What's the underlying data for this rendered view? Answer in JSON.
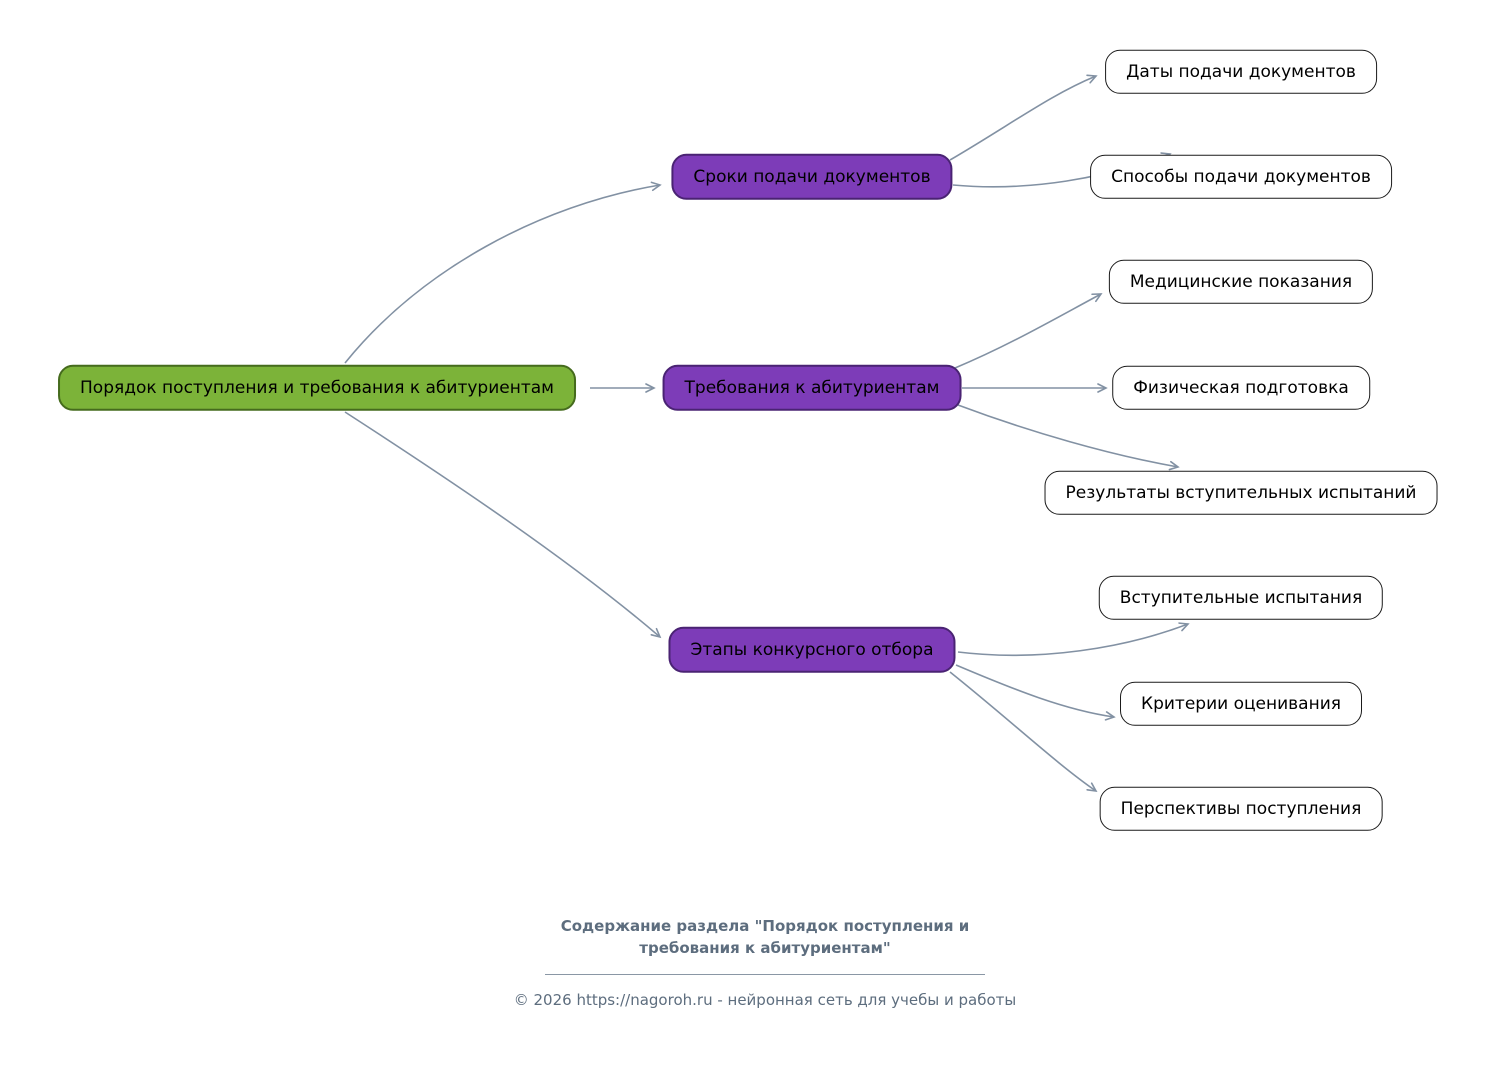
{
  "nodes": {
    "root": {
      "label": "Порядок поступления и требования к абитуриентам"
    },
    "sroki": {
      "label": "Сроки подачи документов"
    },
    "trebovaniya": {
      "label": "Требования к абитуриентам"
    },
    "etapy": {
      "label": "Этапы конкурсного отбора"
    },
    "daty": {
      "label": "Даты подачи документов"
    },
    "sposoby": {
      "label": "Способы подачи документов"
    },
    "med": {
      "label": "Медицинские показания"
    },
    "fiz": {
      "label": "Физическая подготовка"
    },
    "rezultaty": {
      "label": "Результаты вступительных испытаний"
    },
    "vstupitelnye": {
      "label": "Вступительные испытания"
    },
    "kriterii": {
      "label": "Критерии оценивания"
    },
    "perspektivy": {
      "label": "Перспективы поступления"
    }
  },
  "structure": {
    "root": "root",
    "branches": [
      {
        "node": "sroki",
        "children": [
          "daty",
          "sposoby"
        ]
      },
      {
        "node": "trebovaniya",
        "children": [
          "med",
          "fiz",
          "rezultaty"
        ]
      },
      {
        "node": "etapy",
        "children": [
          "vstupitelnye",
          "kriterii",
          "perspektivy"
        ]
      }
    ]
  },
  "footer": {
    "title_line1": "Содержание раздела \"Порядок поступления и",
    "title_line2": "требования к абитуриентам\"",
    "copyright": "© 2026 https://nagoroh.ru - нейронная сеть для учебы и работы"
  },
  "colors": {
    "root_fill": "#7cb339",
    "root_border": "#456b1d",
    "branch_fill": "#7d3cb8",
    "branch_border": "#4a2373",
    "leaf_fill": "#ffffff",
    "leaf_border": "#1a1a1a",
    "arrow": "#8291a3",
    "footer_text": "#5d6d7e"
  }
}
